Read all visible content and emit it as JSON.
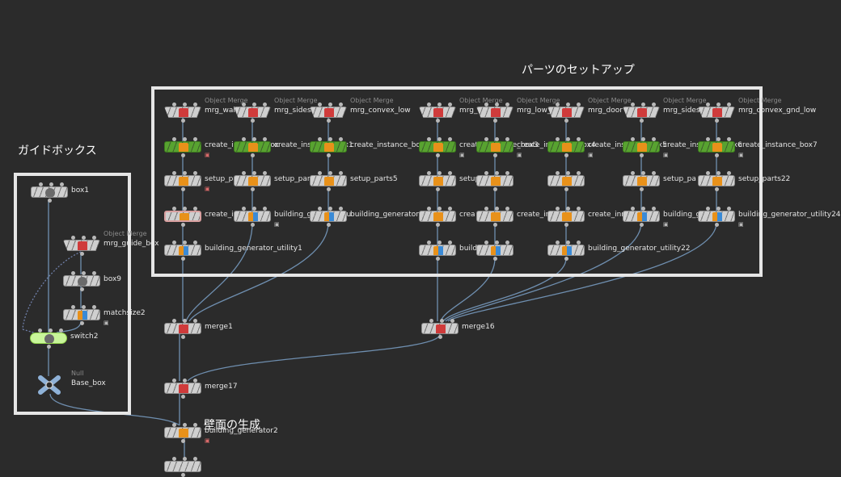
{
  "groups": {
    "guide_box": {
      "title": "ガイドボックス"
    },
    "parts_setup": {
      "title": "パーツのセットアップ"
    },
    "wall_generation": {
      "title": "壁面の生成"
    }
  },
  "node_type_labels": {
    "object_merge": "Object Merge",
    "null": "Null"
  },
  "nodes": {
    "box1": "box1",
    "mrg_guide_box": "mrg_guide_box",
    "box9": "box9",
    "matchsize2": "matchsize2",
    "switch2": "switch2",
    "base_box": "Base_box",
    "mrg_wall": "mrg_wall",
    "mrg_sidesl_1": "mrg_sidesl",
    "mrg_convex_low": "mrg_convex_low",
    "mrg_col5": "mrg_",
    "mrg_low_wall": "mrg_low_wall",
    "mrg_door": "mrg_door",
    "mrg_sidesl_2": "mrg_sidesl",
    "mrg_convex_gnd_low": "mrg_convex_gnd_low",
    "create_instance_box": "create_instance_box",
    "create_instance_box1": "create_instance_box1",
    "create_instance_box2": "create_instance_box2",
    "create_instance_box3": "create_instance_box3",
    "create_instance_box4": "create_instance_box4",
    "create_instance_box5": "create_instance_box5",
    "create_instance_box6": "create_instance_box6",
    "create_instance_box7": "create_instance_box7",
    "setup_pa": "setup_pa",
    "setup_parts": "setup_parts",
    "setup_parts5": "setup_parts5",
    "setup_col5": "setup",
    "setup_parts22": "setup_parts22",
    "create_in_r4a": "create_in",
    "building_generator_r4b": "building_generator_u",
    "building_generator_r4c": "building_generator_u",
    "crea_r4": "crea",
    "create_inn_r4": "create_inn",
    "create_inn_r4b": "create_inn",
    "building_r4": "building_g",
    "building_generator_utility24": "building_generator_utility24",
    "building_generator_utility1": "building_generator_utility1",
    "build_r5": "build",
    "building_generator_utility22": "building_generator_utility22",
    "merge1": "merge1",
    "merge16": "merge16",
    "merge17": "merge17",
    "building_generator2": "building_generator2"
  },
  "colors": {
    "background": "#2b2b2b",
    "group_border": "#e6e6e6",
    "wire": "#6f8fb0",
    "green_node": "#58a330",
    "switch_node": "#c8f59a",
    "lock_red": "#d86a6a"
  }
}
